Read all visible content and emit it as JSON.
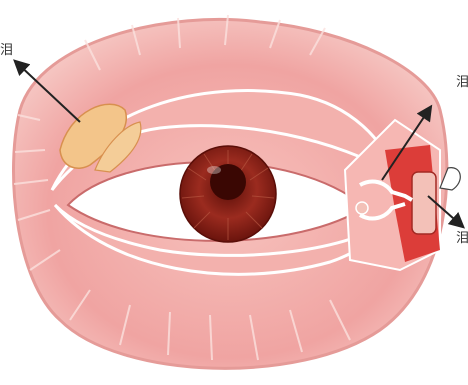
{
  "labels": {
    "left": "泪",
    "right_top": "泪",
    "right_bottom": "泪"
  },
  "colors": {
    "skin": "#f2a9a9",
    "skin_light": "#fbd7d3",
    "skin_dark": "#e07c7c",
    "iris": "#8a1f18",
    "pupil": "#3a0703",
    "sclera": "#ffffff",
    "gland": "#f3c58a",
    "lacrimal_sac": "#d9302b",
    "arrow": "#222222"
  }
}
